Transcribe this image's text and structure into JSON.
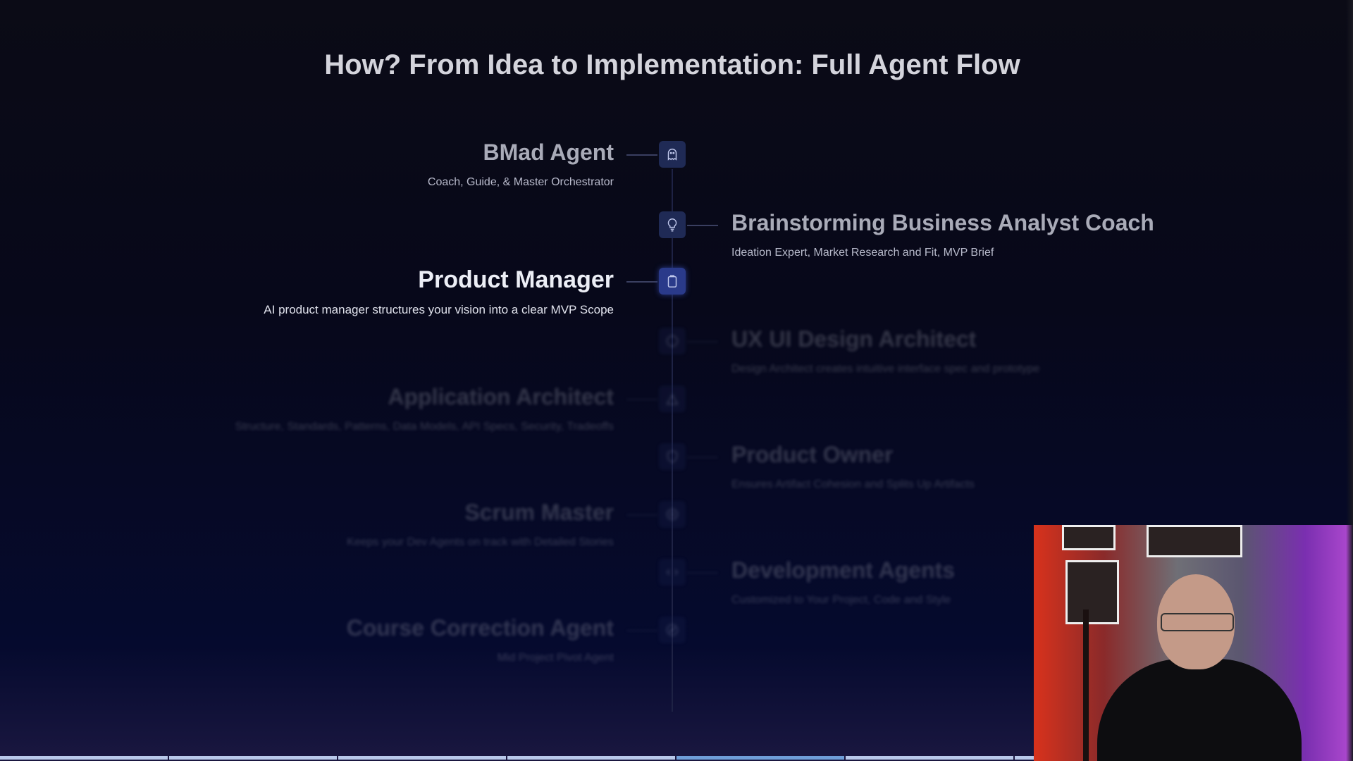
{
  "title": "How? From Idea to Implementation: Full Agent Flow",
  "agents": [
    {
      "name": "BMad Agent",
      "desc": "Coach, Guide, & Master Orchestrator",
      "side": "left",
      "icon": "ghost-icon",
      "state": "seen"
    },
    {
      "name": "Brainstorming Business Analyst Coach",
      "desc": "Ideation Expert, Market Research and Fit, MVP Brief",
      "side": "right",
      "icon": "lightbulb-icon",
      "state": "seen"
    },
    {
      "name": "Product Manager",
      "desc": "AI product manager structures your vision into a clear MVP Scope",
      "side": "left",
      "icon": "clipboard-icon",
      "state": "active"
    },
    {
      "name": "UX UI Design Architect",
      "desc": "Design Architect creates intuitive interface spec and prototype",
      "side": "right",
      "icon": "palette-icon",
      "state": "upcoming"
    },
    {
      "name": "Application Architect",
      "desc": "Structure, Standards, Patterns, Data Models, API Specs, Security, Tradeoffs",
      "side": "left",
      "icon": "architecture-icon",
      "state": "upcoming"
    },
    {
      "name": "Product Owner",
      "desc": "Ensures Artifact Cohesion and Splits Up Artifacts",
      "side": "right",
      "icon": "shield-icon",
      "state": "upcoming"
    },
    {
      "name": "Scrum Master",
      "desc": "Keeps your Dev Agents on track with Detailed Stories",
      "side": "left",
      "icon": "target-icon",
      "state": "upcoming"
    },
    {
      "name": "Development Agents",
      "desc": "Customized to Your Project, Code and Style",
      "side": "right",
      "icon": "code-icon",
      "state": "upcoming"
    },
    {
      "name": "Course Correction Agent",
      "desc": "Mid Project Pivot Agent",
      "side": "left",
      "icon": "compass-icon",
      "state": "upcoming"
    }
  ],
  "progress": {
    "segments": 7,
    "current_segment": 5
  },
  "colors": {
    "accent": "#2a3a8a",
    "background": "#07081a"
  }
}
